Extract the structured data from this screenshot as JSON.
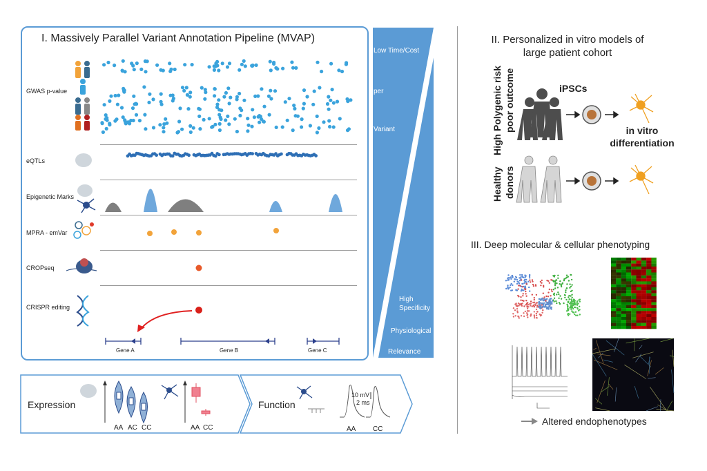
{
  "panel1": {
    "title": "I. Massively Parallel Variant Annotation Pipeline (MVAP)",
    "rows": [
      {
        "label": "GWAS p-value"
      },
      {
        "label": "eQTLs"
      },
      {
        "label": "Epigenetic Marks"
      },
      {
        "label": "MPRA - emVar"
      },
      {
        "label": "CROPseq"
      },
      {
        "label": "CRISPR editing"
      }
    ],
    "genes": [
      "Gene A",
      "Gene B",
      "Gene C"
    ],
    "side_bar": {
      "top_lines": [
        "Low Time/Cost",
        "per",
        "Variant"
      ],
      "bottom_lines": [
        "High",
        "Specificity",
        "Physiological",
        "Relevance"
      ]
    }
  },
  "bottom": {
    "expression": "Expression",
    "function": "Function",
    "genotypes_left": [
      "AA",
      "AC",
      "CC"
    ],
    "genotypes_right": [
      "AA",
      "CC"
    ],
    "genotypes_function": [
      "AA",
      "CC"
    ],
    "scale_mv": "10 mV",
    "scale_ms": "2 ms"
  },
  "panel2": {
    "title_line1": "II. Personalized in vitro models of",
    "title_line2": "large patient cohort",
    "group1_line1": "High Polygenic risk",
    "group1_line2": "poor outcome",
    "group2_line1": "Healthy",
    "group2_line2": "donors",
    "ipscs": "iPSCs",
    "vitro_line1": "in vitro",
    "vitro_line2": "differentiation"
  },
  "panel3": {
    "title": "III. Deep molecular & cellular phenotyping",
    "altered": "Altered endophenotypes"
  },
  "colors": {
    "accent_blue": "#5b9bd5",
    "dot_blue": "#3aa3dc",
    "eqtl_blue": "#2e6fb5",
    "orange": "#f2a33a",
    "red": "#e03a2a",
    "neuron_orange": "#f0a020"
  }
}
